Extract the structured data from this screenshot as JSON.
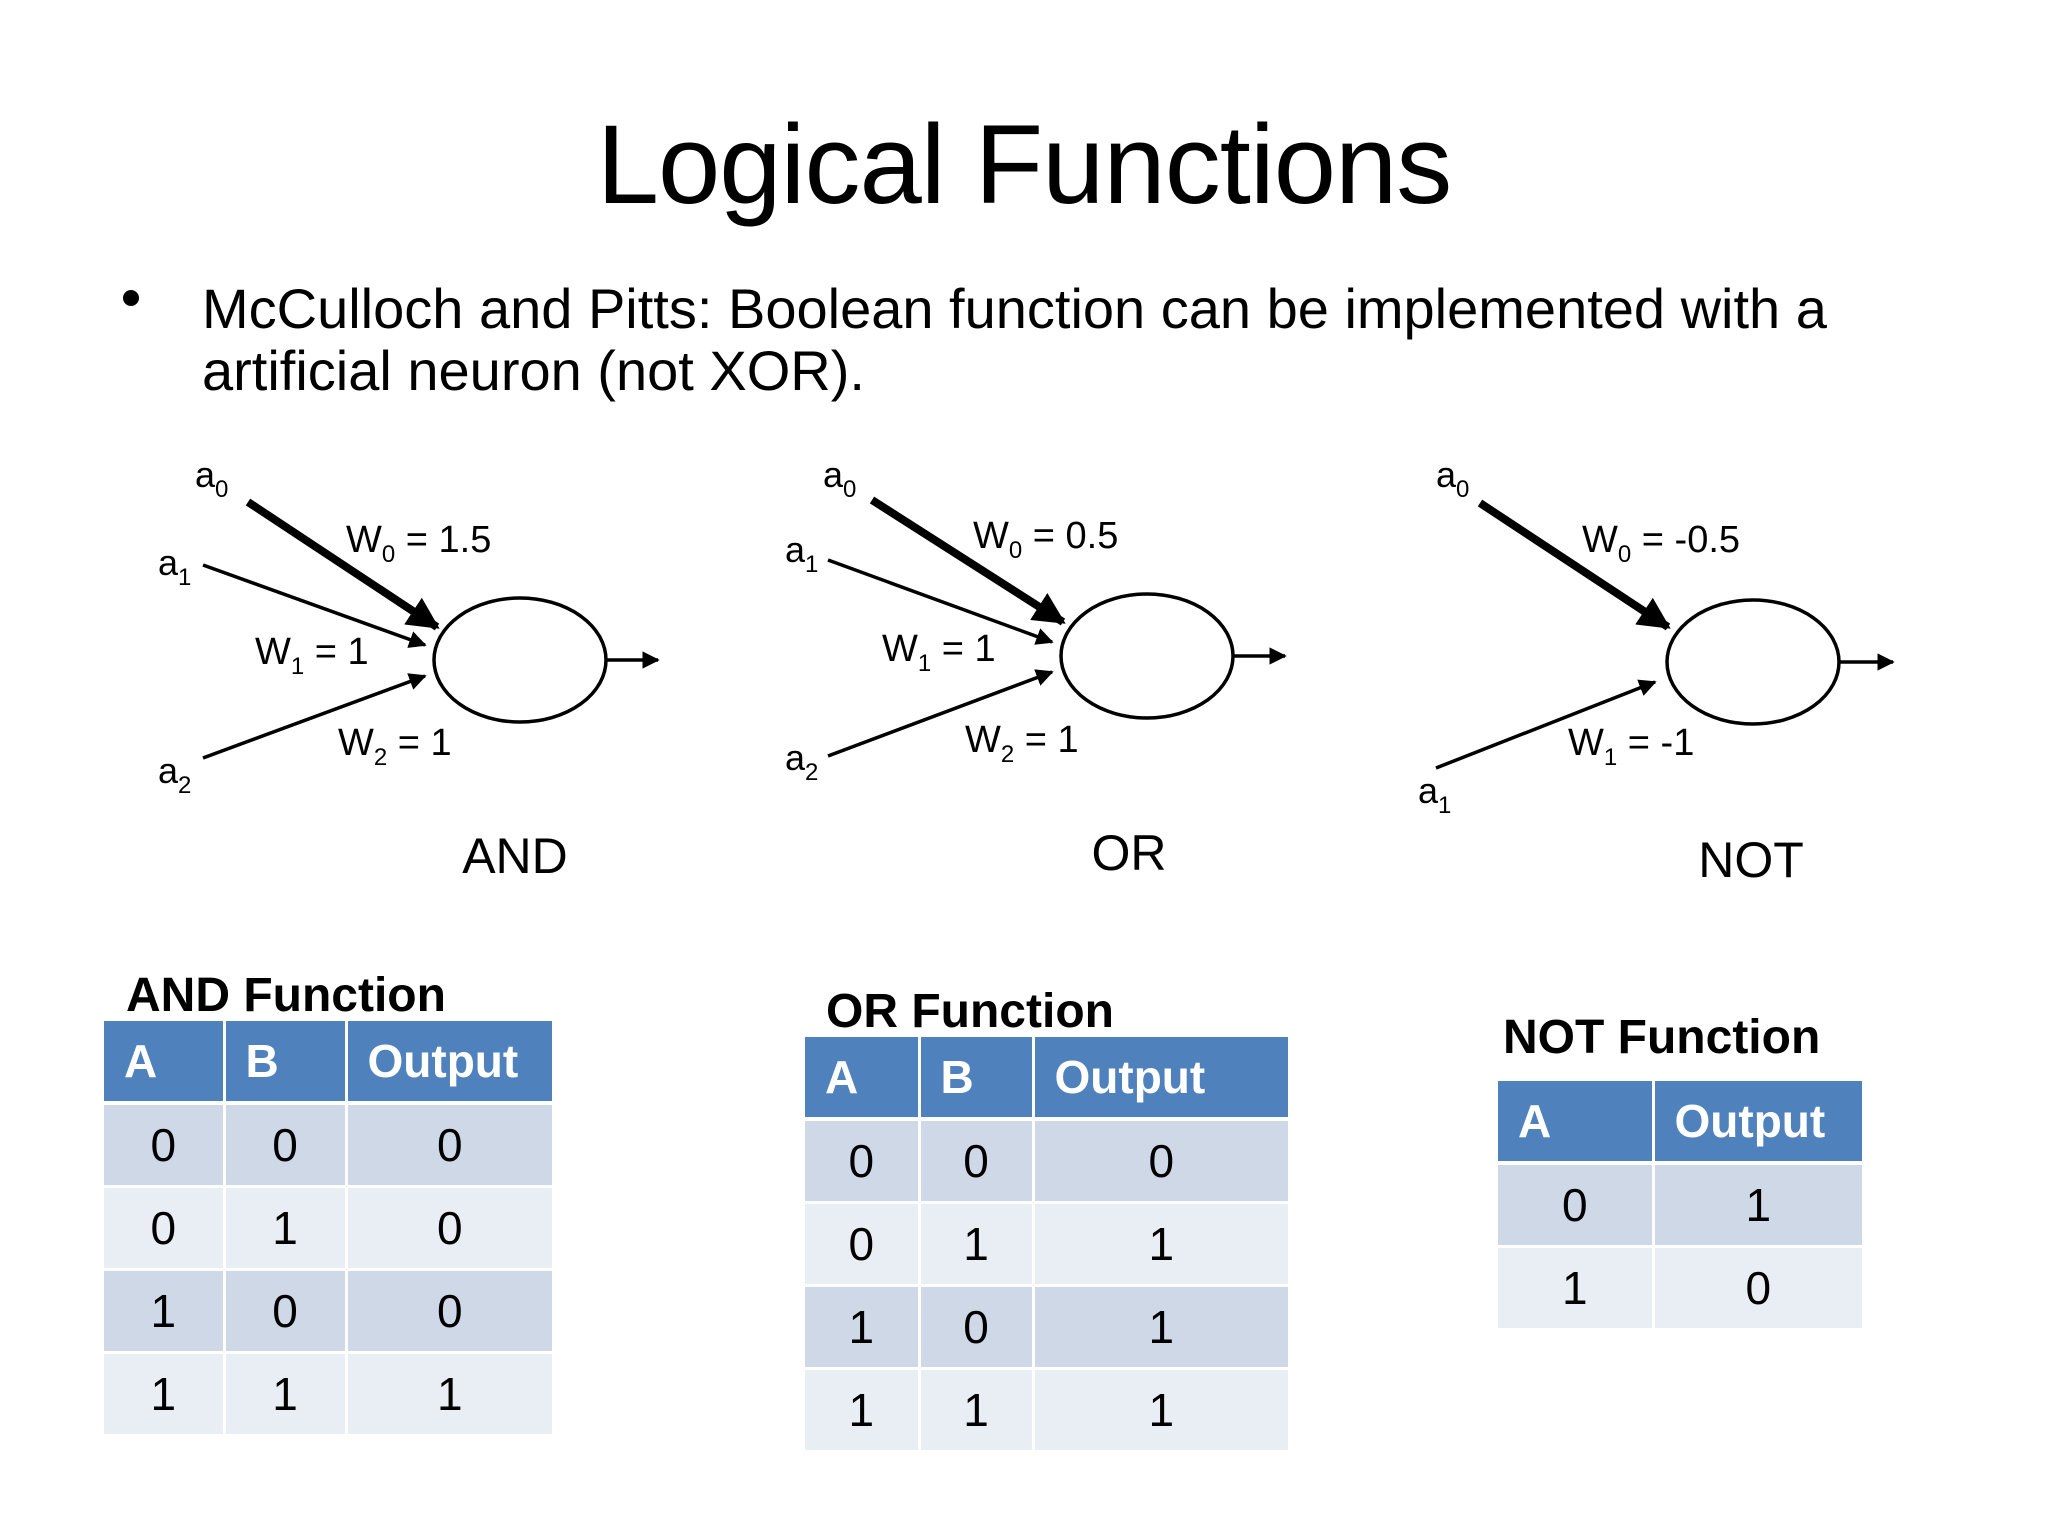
{
  "slide": {
    "title": "Logical Functions",
    "bullet": "McCulloch and Pitts: Boolean function can be implemented with a artificial neuron (not XOR)."
  },
  "neurons": {
    "and": {
      "label": "AND",
      "inputs": [
        "a0",
        "a1",
        "a2"
      ],
      "weights": [
        "W0 = 1.5",
        "W1 = 1",
        "W2 = 1"
      ]
    },
    "or": {
      "label": "OR",
      "inputs": [
        "a0",
        "a1",
        "a2"
      ],
      "weights": [
        "W0 = 0.5",
        "W1 = 1",
        "W2 = 1"
      ]
    },
    "not": {
      "label": "NOT",
      "inputs": [
        "a0",
        "a1"
      ],
      "weights": [
        "W0 = -0.5",
        "W1 = -1"
      ]
    }
  },
  "tables": {
    "and": {
      "title": "AND Function",
      "headers": [
        "A",
        "B",
        "Output"
      ],
      "rows": [
        [
          "0",
          "0",
          "0"
        ],
        [
          "0",
          "1",
          "0"
        ],
        [
          "1",
          "0",
          "0"
        ],
        [
          "1",
          "1",
          "1"
        ]
      ]
    },
    "or": {
      "title": "OR Function",
      "headers": [
        "A",
        "B",
        "Output"
      ],
      "rows": [
        [
          "0",
          "0",
          "0"
        ],
        [
          "0",
          "1",
          "1"
        ],
        [
          "1",
          "0",
          "1"
        ],
        [
          "1",
          "1",
          "1"
        ]
      ]
    },
    "not": {
      "title": "NOT Function",
      "headers": [
        "A",
        "Output"
      ],
      "rows": [
        [
          "0",
          "1"
        ],
        [
          "1",
          "0"
        ]
      ]
    }
  },
  "colors": {
    "header_blue": "#4f81bd",
    "row_dark": "#cfd8e7",
    "row_light": "#e9edf4"
  }
}
